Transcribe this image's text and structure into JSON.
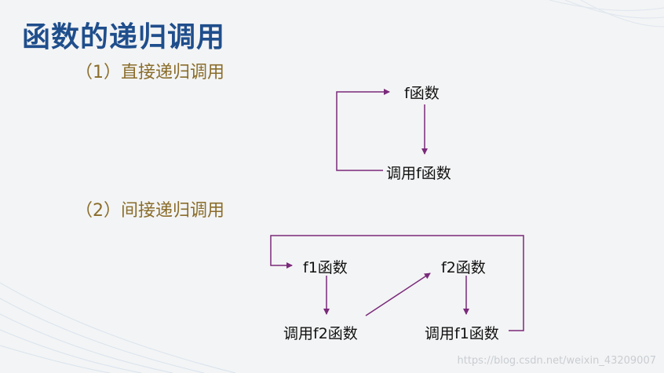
{
  "title": "函数的递归调用",
  "section1": {
    "heading": "（1）直接递归调用",
    "node_top": "f函数",
    "node_bottom": "调用f函数"
  },
  "section2": {
    "heading": "（2）间接递归调用",
    "node_f1": "f1函数",
    "node_f2": "f2函数",
    "node_call_f2": "调用f2函数",
    "node_call_f1": "调用f1函数"
  },
  "watermark": "https://blog.csdn.net/weixin_43209007",
  "colors": {
    "title": "#1f4e8c",
    "heading": "#8a6d2b",
    "arrow": "#7a2a7a",
    "background": "#f3f4f5"
  }
}
